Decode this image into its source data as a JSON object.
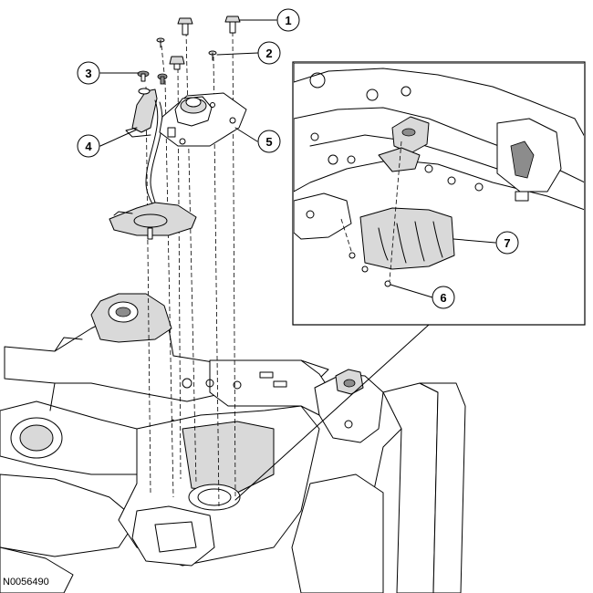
{
  "figure_code": "N0056490",
  "callouts": [
    {
      "id": "1",
      "label": "1"
    },
    {
      "id": "2",
      "label": "2"
    },
    {
      "id": "3",
      "label": "3"
    },
    {
      "id": "4",
      "label": "4"
    },
    {
      "id": "5",
      "label": "5"
    },
    {
      "id": "6",
      "label": "6"
    },
    {
      "id": "7",
      "label": "7"
    }
  ],
  "colors": {
    "ink": "#000000",
    "background": "#ffffff",
    "shade": "#d9d9d9"
  }
}
